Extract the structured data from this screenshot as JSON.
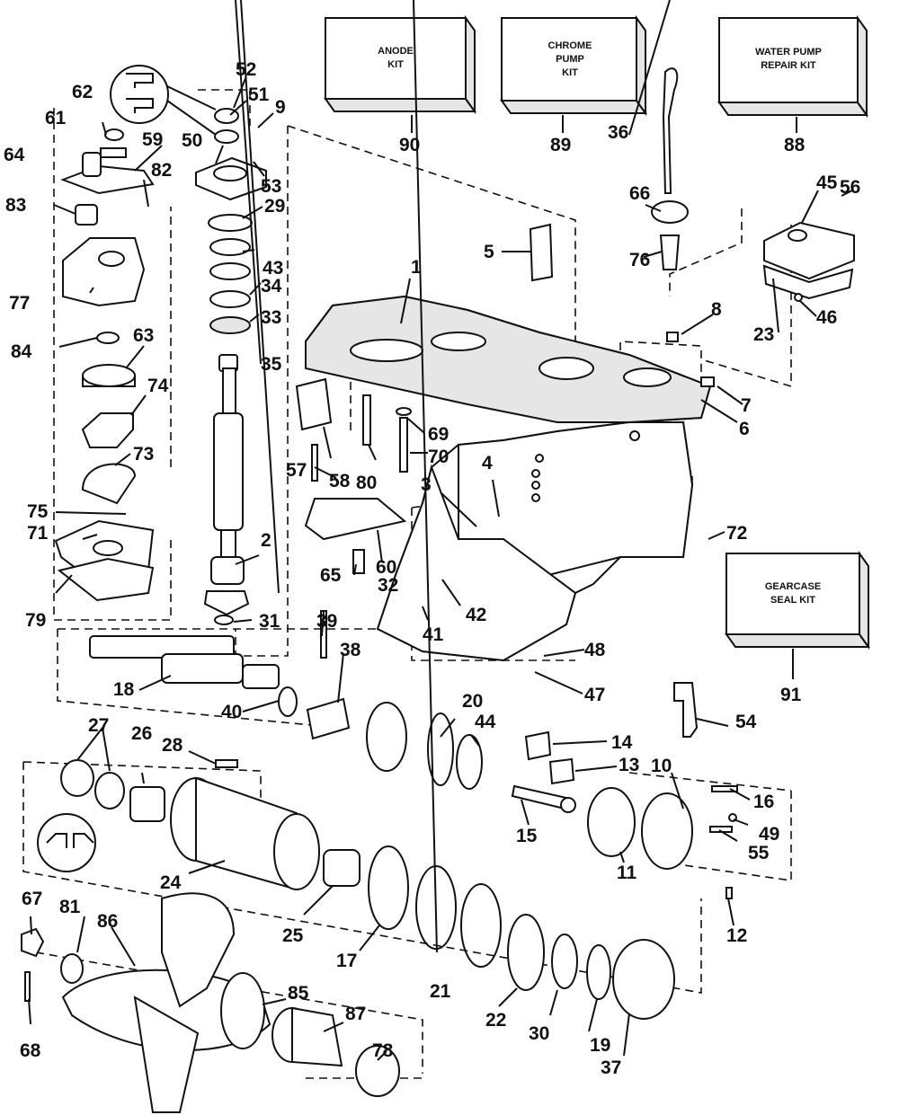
{
  "kits": [
    {
      "id": "anode",
      "lines": [
        "ANODE",
        "KIT"
      ],
      "number": "90"
    },
    {
      "id": "chrome-pump",
      "lines": [
        "CHROME",
        "PUMP",
        "KIT"
      ],
      "number": "89"
    },
    {
      "id": "water-pump-repair",
      "lines": [
        "WATER PUMP",
        "REPAIR KIT"
      ],
      "number": "88"
    },
    {
      "id": "gearcase-seal",
      "lines": [
        "GEARCASE",
        "SEAL KIT"
      ],
      "number": "91"
    }
  ],
  "callouts": [
    "1",
    "2",
    "3",
    "4",
    "5",
    "6",
    "7",
    "8",
    "9",
    "10",
    "11",
    "12",
    "13",
    "14",
    "15",
    "16",
    "17",
    "18",
    "19",
    "20",
    "21",
    "22",
    "23",
    "24",
    "25",
    "26",
    "27",
    "28",
    "29",
    "30",
    "31",
    "32",
    "33",
    "34",
    "35",
    "36",
    "37",
    "38",
    "39",
    "40",
    "41",
    "42",
    "43",
    "44",
    "45",
    "46",
    "47",
    "48",
    "49",
    "50",
    "51",
    "52",
    "53",
    "54",
    "55",
    "56",
    "57",
    "58",
    "59",
    "60",
    "61",
    "62",
    "63",
    "64",
    "65",
    "66",
    "67",
    "68",
    "69",
    "70",
    "71",
    "72",
    "73",
    "74",
    "75",
    "76",
    "77",
    "78",
    "79",
    "80",
    "81",
    "82",
    "83",
    "84",
    "85",
    "86",
    "87"
  ],
  "colors": {
    "ink": "#111111",
    "paper": "#ffffff"
  }
}
